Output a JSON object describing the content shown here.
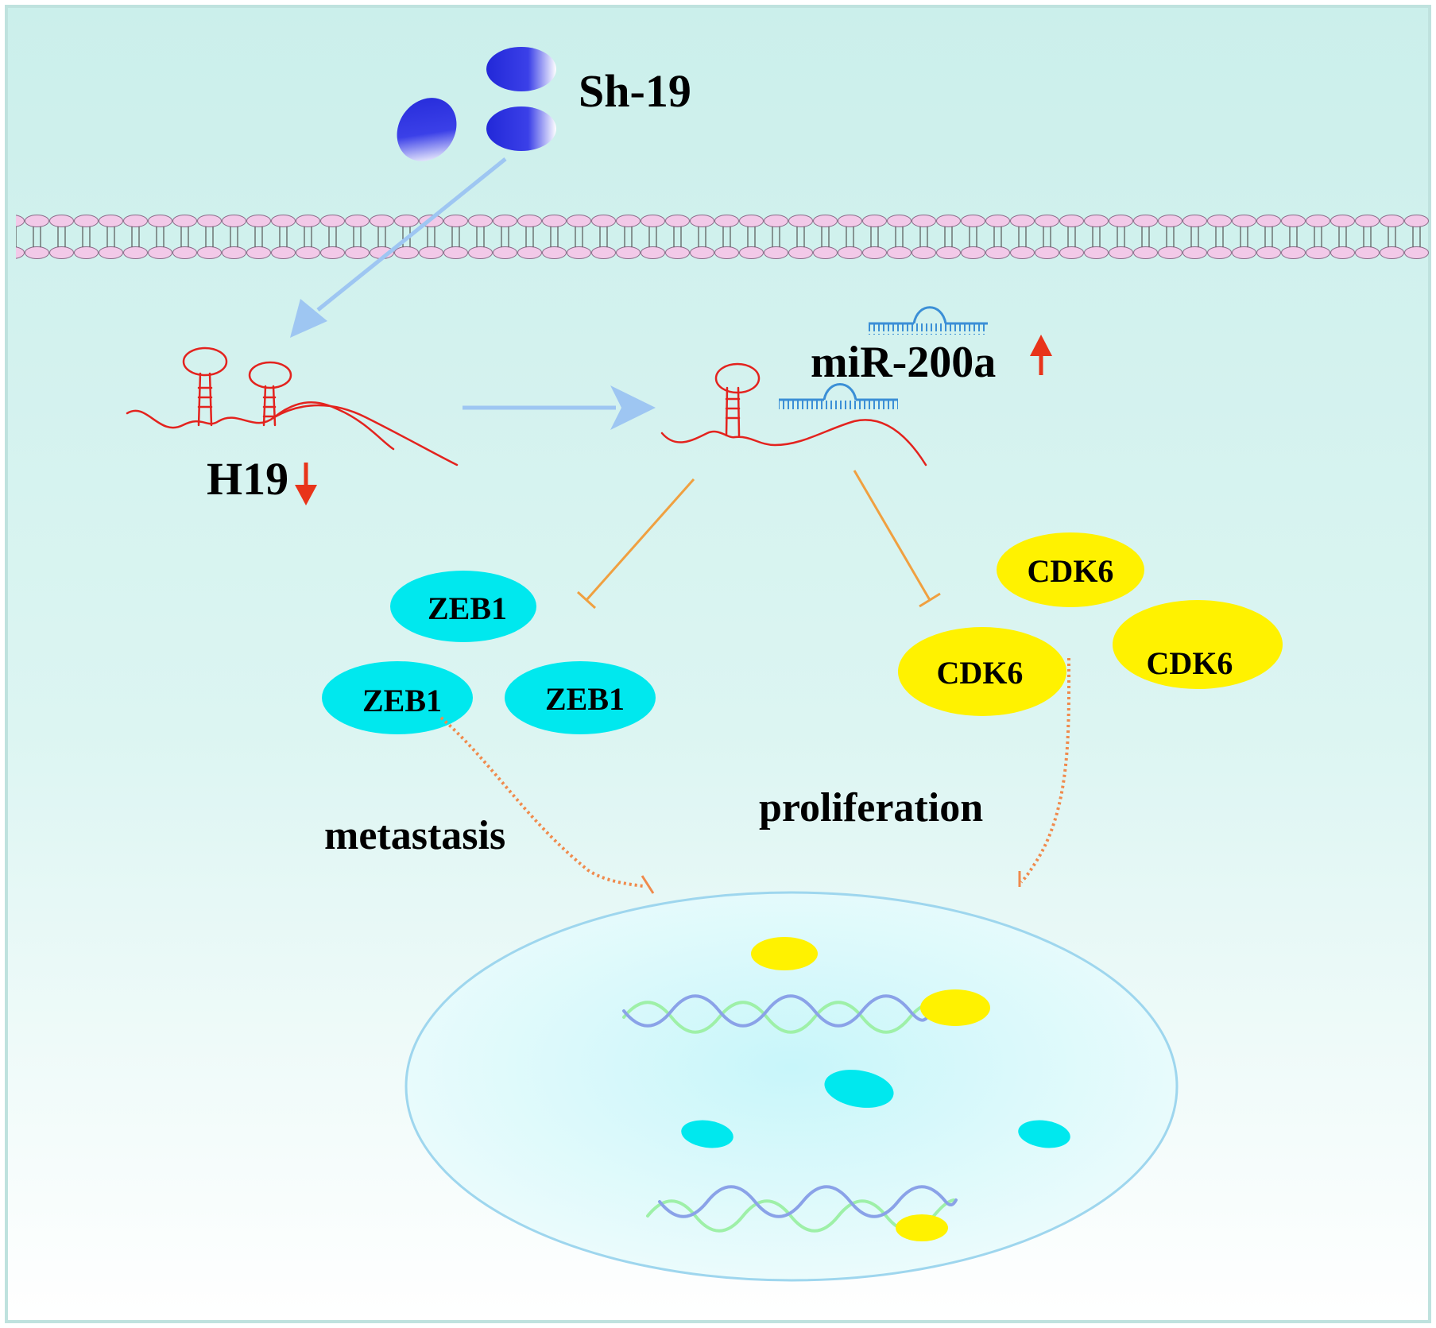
{
  "labels": {
    "sh19": "Sh-19",
    "h19": "H19",
    "mir200a": "miR-200a",
    "metastasis": "metastasis",
    "proliferation": "proliferation"
  },
  "proteins": {
    "zeb1": [
      "ZEB1",
      "ZEB1",
      "ZEB1"
    ],
    "cdk6": [
      "CDK6",
      "CDK6",
      "CDK6"
    ]
  },
  "colors": {
    "background_top": "#cdf0ec",
    "background_bottom": "#ffffff",
    "membrane_head": "#f0c8e6",
    "sh_particle": "#2a30e0",
    "rna": "#e3231e",
    "mirna": "#3b8fd6",
    "flow_arrow": "#9ec6f2",
    "inhibition": "#f0a040",
    "dotted_inhibition": "#f08a4c",
    "zeb1": "#00e8ee",
    "cdk6": "#fff200",
    "nucleus_border": "#9ed6ee",
    "change_arrow": "#e8341a"
  },
  "regulation": {
    "h19": "down",
    "mir200a": "up"
  }
}
